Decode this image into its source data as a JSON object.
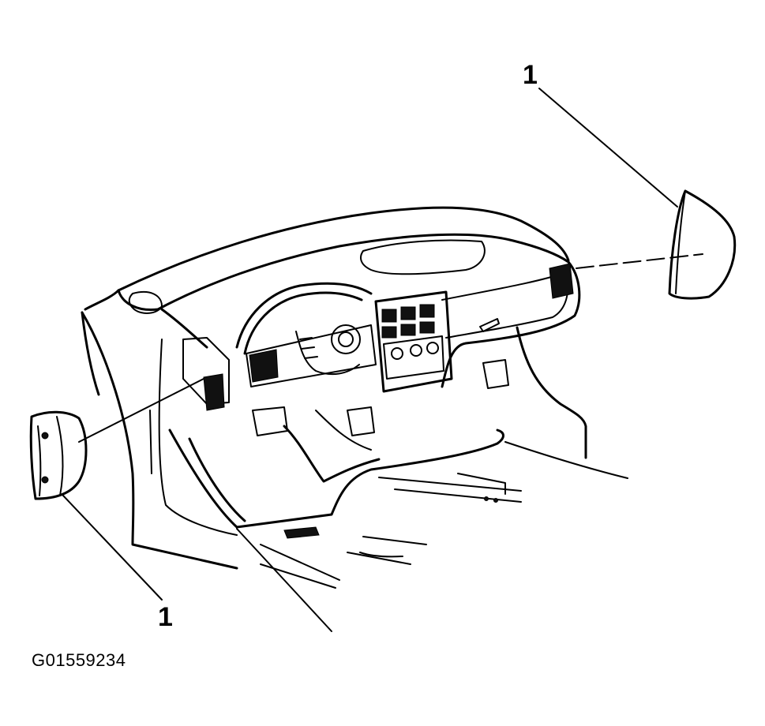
{
  "callouts": {
    "top_label": "1",
    "bottom_label": "1"
  },
  "figure": {
    "id": "G01559234"
  },
  "colors": {
    "line": "#000000",
    "background": "#ffffff"
  }
}
